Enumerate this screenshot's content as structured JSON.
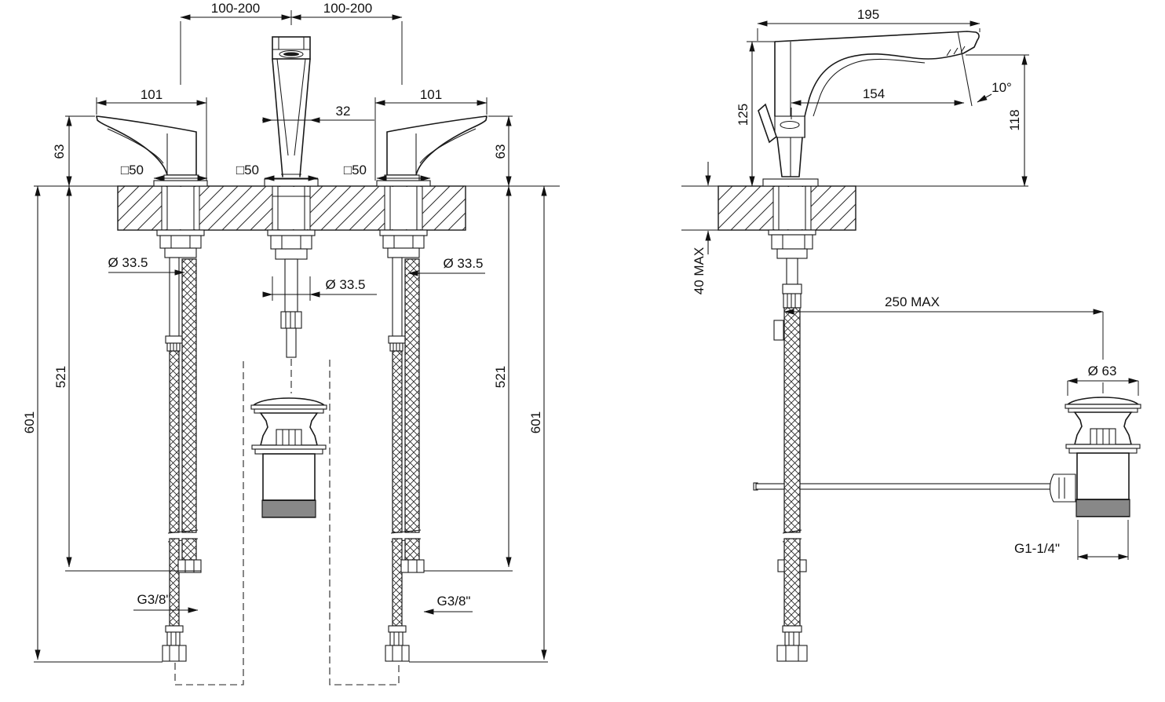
{
  "colors": {
    "line": "#1a1a1a",
    "text": "#111111",
    "background": "#ffffff"
  },
  "front_view": {
    "dims": {
      "hole_spacing_left": "100-200",
      "hole_spacing_right": "100-200",
      "handle_length_left": "101",
      "handle_length_right": "101",
      "spout_width": "32",
      "handle_height_left": "63",
      "handle_height_right": "63",
      "base_square_left": "□50",
      "base_square_center": "□50",
      "base_square_right": "□50",
      "hole_dia_left": "Ø 33.5",
      "hole_dia_center": "Ø 33.5",
      "hole_dia_right": "Ø 33.5",
      "hose_length_left": "521",
      "hose_length_right": "521",
      "overall_length_left": "601",
      "overall_length_right": "601",
      "supply_thread_left": "G3/8\"",
      "supply_thread_right": "G3/8\""
    }
  },
  "side_view": {
    "dims": {
      "spout_overall": "195",
      "height_above_deck": "125",
      "spout_reach": "154",
      "spout_angle": "10°",
      "outlet_height": "118",
      "deck_thickness": "40 MAX",
      "popup_rod_reach": "250 MAX",
      "waste_cap_dia": "Ø 63",
      "waste_thread": "G1-1/4\""
    }
  }
}
